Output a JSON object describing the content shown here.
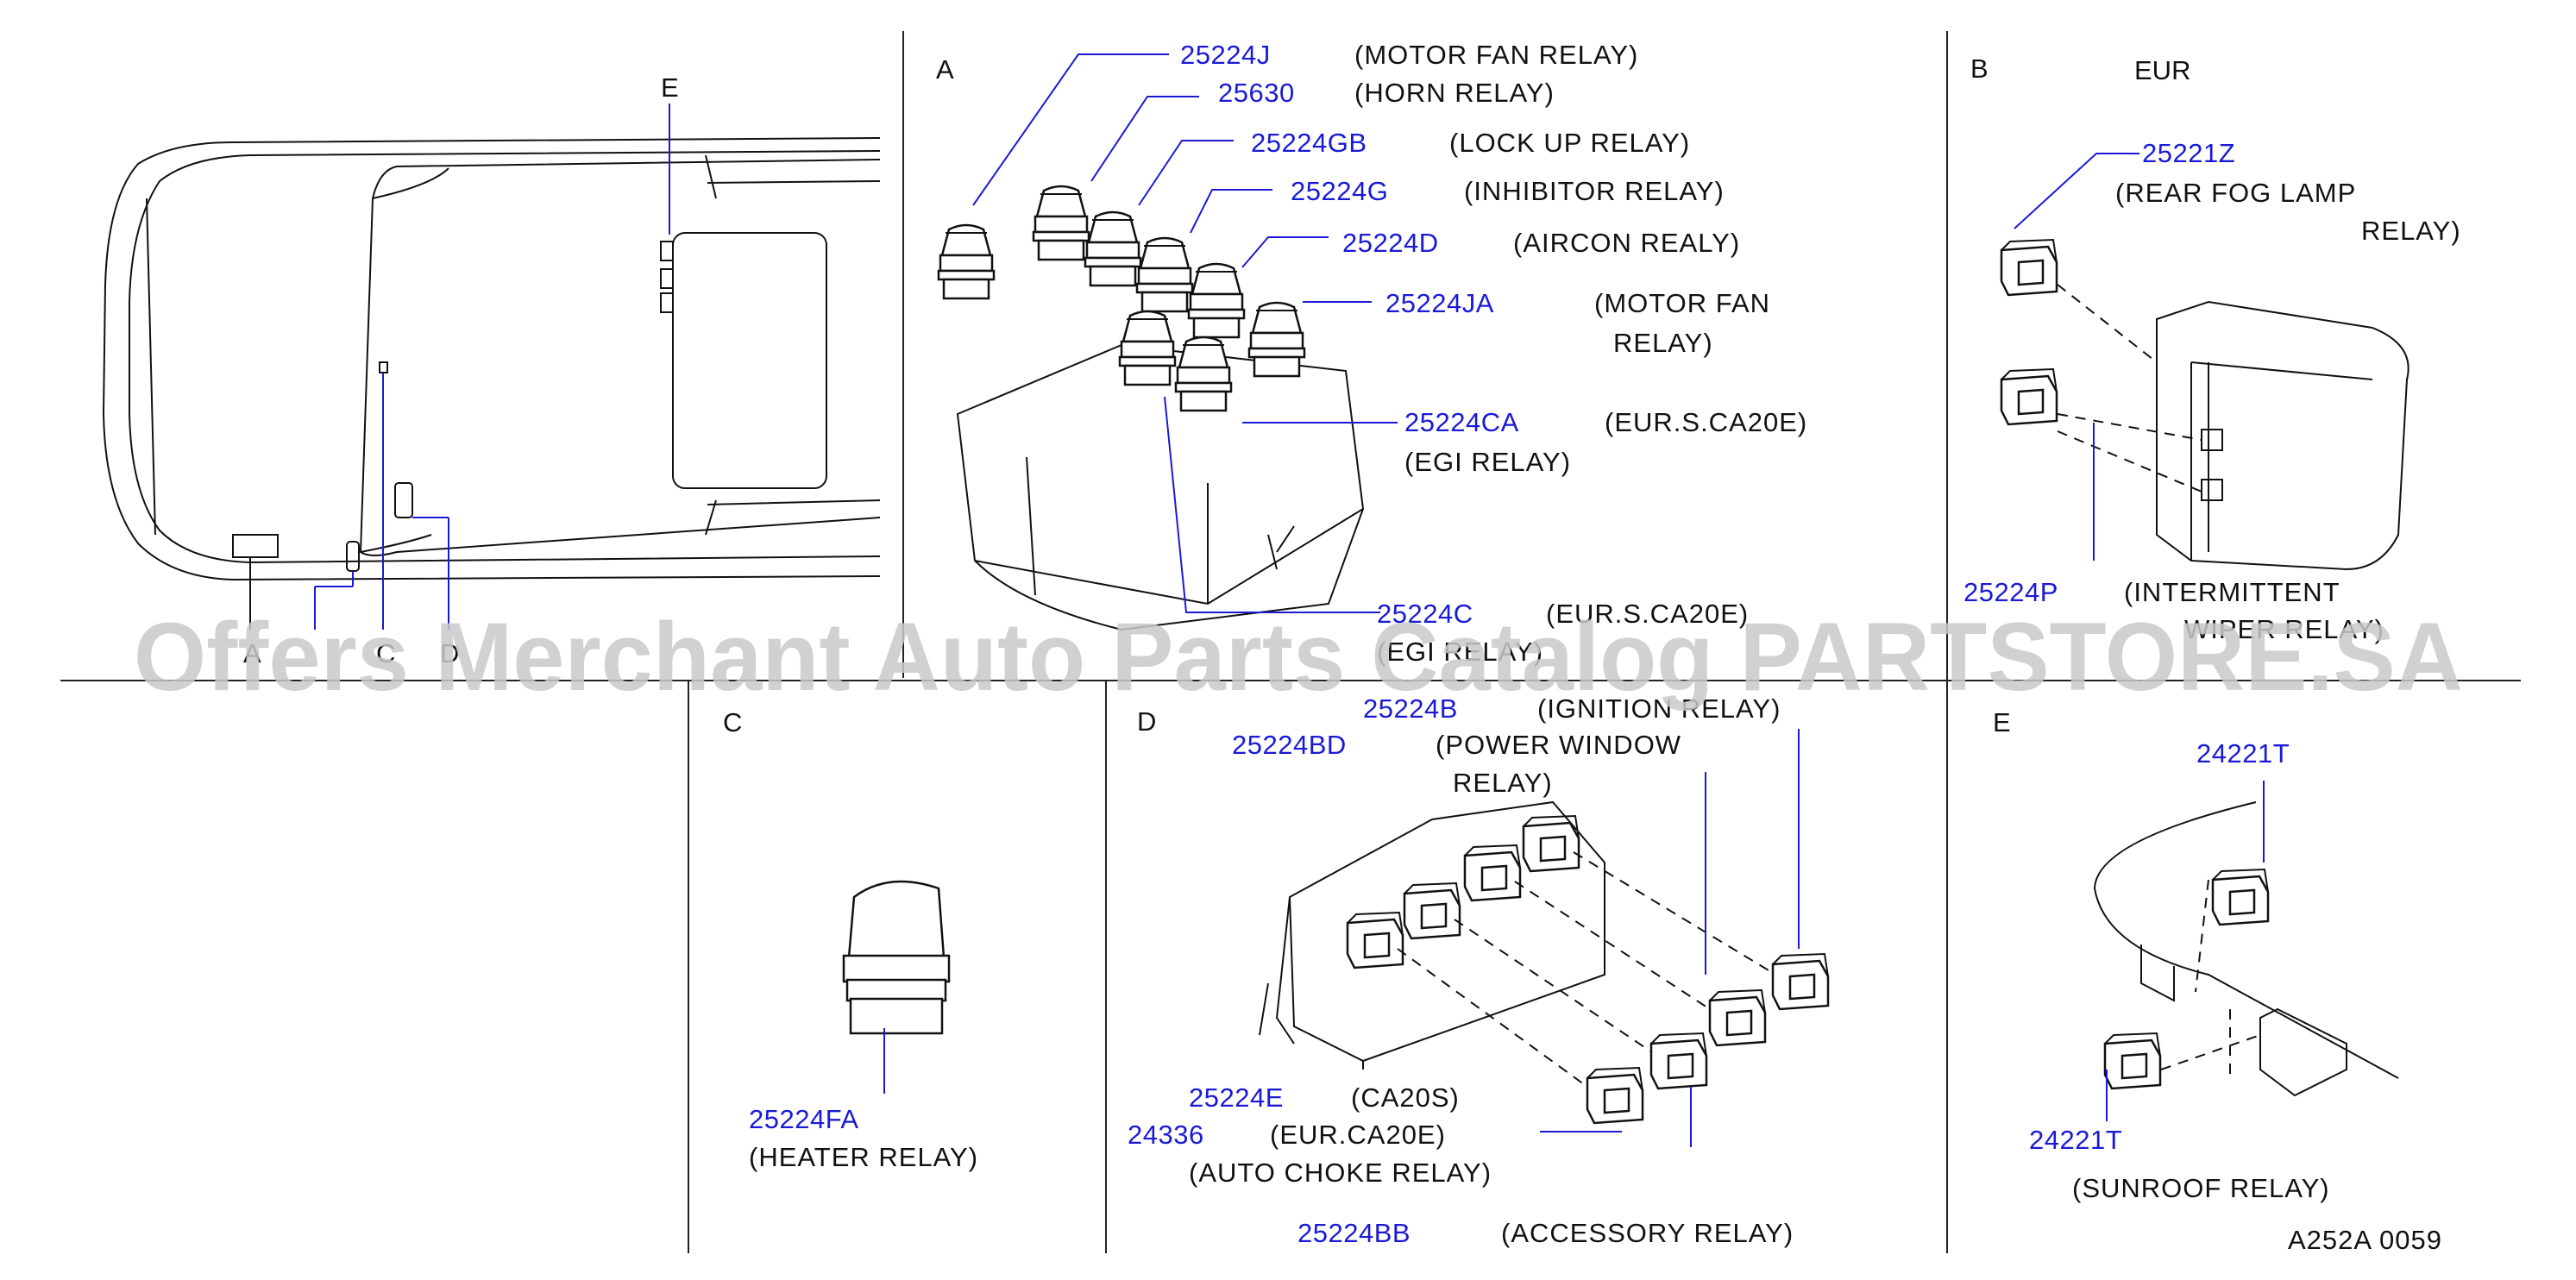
{
  "sections": {
    "A": {
      "letter": "A"
    },
    "B": {
      "letter": "B",
      "market": "EUR"
    },
    "C": {
      "letter": "C"
    },
    "D": {
      "letter": "D"
    },
    "E": {
      "letter": "E"
    }
  },
  "overview": {
    "e_marker": "E",
    "bottom_markers": [
      "A",
      "C",
      "D"
    ]
  },
  "section_a": {
    "parts": [
      {
        "pn": "25224J",
        "desc": [
          "(MOTOR  FAN  RELAY)"
        ]
      },
      {
        "pn": "25630",
        "desc": [
          "(HORN  RELAY)"
        ]
      },
      {
        "pn": "25224GB",
        "desc": [
          "(LOCK  UP  RELAY)"
        ]
      },
      {
        "pn": "25224G",
        "desc": [
          "(INHIBITOR  RELAY)"
        ]
      },
      {
        "pn": "25224D",
        "desc": [
          "(AIRCON  REALY)"
        ]
      },
      {
        "pn": "25224JA",
        "desc": [
          "(MOTOR  FAN",
          "RELAY)"
        ]
      },
      {
        "pn": "25224CA",
        "desc": [
          "(EUR.S.CA20E)",
          "(EGI  RELAY)"
        ]
      },
      {
        "pn": "25224C",
        "desc": [
          "(EUR.S.CA20E)",
          "(EGI  RELAY)"
        ]
      }
    ]
  },
  "section_b": {
    "parts": [
      {
        "pn": "25221Z",
        "desc": [
          "(REAR  FOG  LAMP",
          "RELAY)"
        ]
      },
      {
        "pn": "25224P",
        "desc": [
          "(INTERMITTENT",
          "WIPER  RELAY)"
        ]
      }
    ]
  },
  "section_c": {
    "parts": [
      {
        "pn": "25224FA",
        "desc": [
          "(HEATER  RELAY)"
        ]
      }
    ]
  },
  "section_d": {
    "parts": [
      {
        "pn": "25224B",
        "desc": [
          "(IGNITION  RELAY)"
        ]
      },
      {
        "pn": "25224BD",
        "desc": [
          "(POWER  WINDOW",
          "RELAY)"
        ]
      },
      {
        "pn": "25224E",
        "desc": [
          "(CA20S)"
        ]
      },
      {
        "pn": "24336",
        "desc": [
          "(EUR.CA20E)",
          "(AUTO  CHOKE  RELAY)"
        ]
      },
      {
        "pn": "25224BB",
        "desc": [
          "(ACCESSORY  RELAY)"
        ]
      }
    ]
  },
  "section_e": {
    "parts": [
      {
        "pn": "24221T",
        "desc": []
      },
      {
        "pn": "24221T",
        "desc": [
          "(SUNROOF  RELAY)"
        ]
      }
    ]
  },
  "diagram_code": "A252A  0059",
  "watermark": "Offers Merchant Auto Parts Catalog PARTSTORE.SA",
  "colors": {
    "part_number": "#1a1ad6",
    "line": "#111111",
    "watermark": "#c9c9c9"
  }
}
